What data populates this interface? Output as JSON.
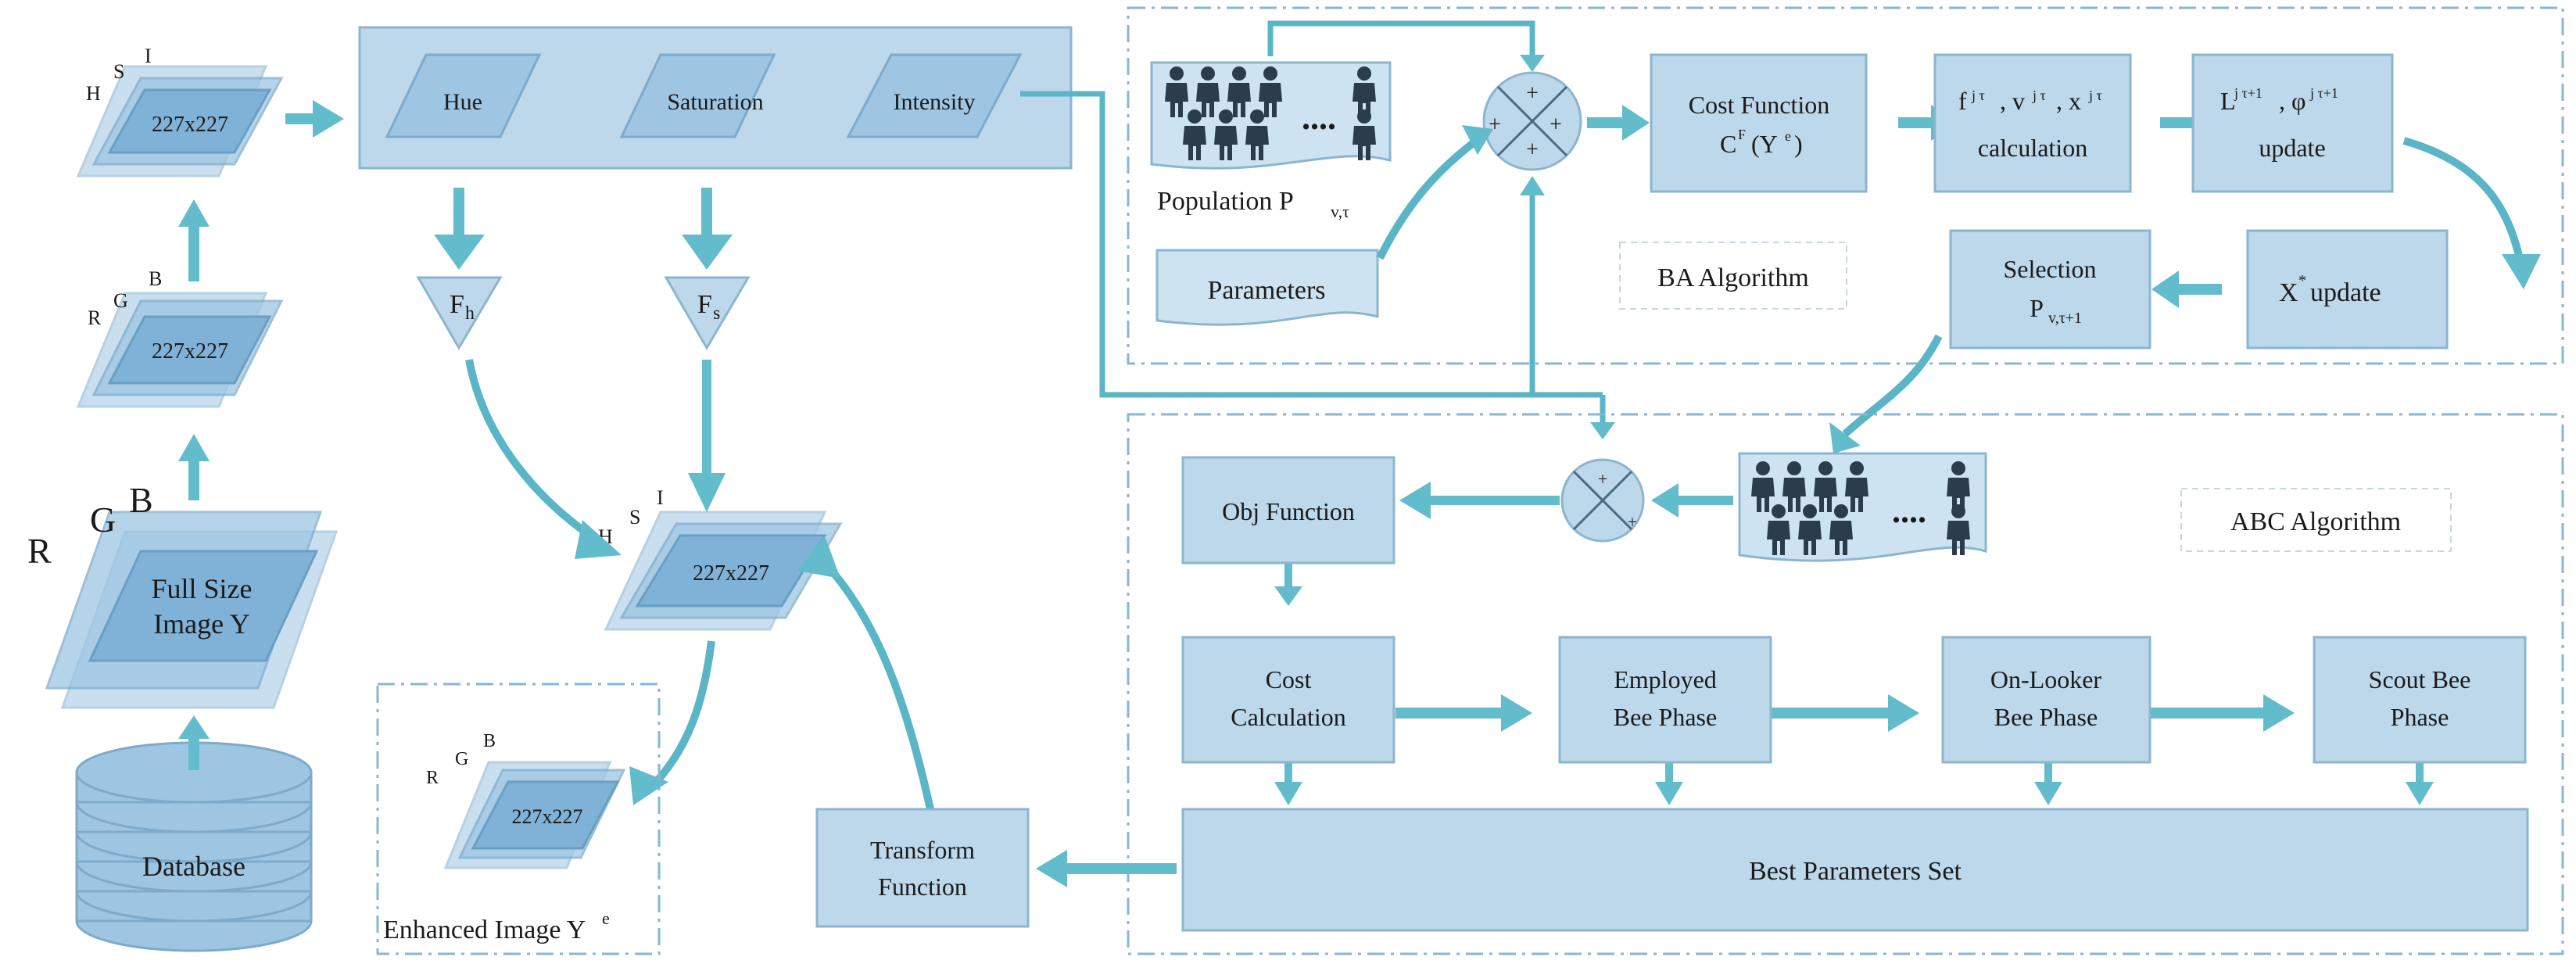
{
  "left_column": {
    "database": "Database",
    "full_size_image": [
      "Full Size",
      "Image Y"
    ],
    "rgb_letters": [
      "R",
      "G",
      "B"
    ],
    "hsi_letters": [
      "H",
      "S",
      "I"
    ],
    "size_label": "227x227"
  },
  "hsi_band": {
    "hue": "Hue",
    "saturation": "Saturation",
    "intensity": "Intensity",
    "filter_h": "F",
    "filter_h_sub": "h",
    "filter_s": "F",
    "filter_s_sub": "s"
  },
  "output": {
    "enhanced_image": "Enhanced Image Y",
    "enhanced_sup": "e",
    "transform": [
      "Transform",
      "Function"
    ]
  },
  "ba": {
    "title": "BA Algorithm",
    "population": "Population P",
    "population_sub": "v,τ",
    "parameters": "Parameters",
    "cost_function": [
      "Cost Function",
      "C"
    ],
    "cost_function_tail": "(Y",
    "cost_function_sup_f": "F",
    "cost_function_sup_e": "e",
    "calc_top": "f",
    "calc_bottom": "calculation",
    "update_top": "L",
    "update_bottom": "update",
    "selection": "Selection",
    "selection_sub": "v,τ+1",
    "xstar": "X",
    "xstar_tail": "update",
    "dots": "...."
  },
  "abc": {
    "title": "ABC Algorithm",
    "obj_function": "Obj Function",
    "cost_calc": [
      "Cost",
      "Calculation"
    ],
    "employed": [
      "Employed",
      "Bee Phase"
    ],
    "onlooker": [
      "On-Looker",
      "Bee Phase"
    ],
    "scout": [
      "Scout Bee",
      "Phase"
    ],
    "best_params": "Best Parameters Set",
    "dots": "...."
  },
  "sum_signs": [
    "+",
    "+",
    "+",
    "+",
    "+"
  ]
}
